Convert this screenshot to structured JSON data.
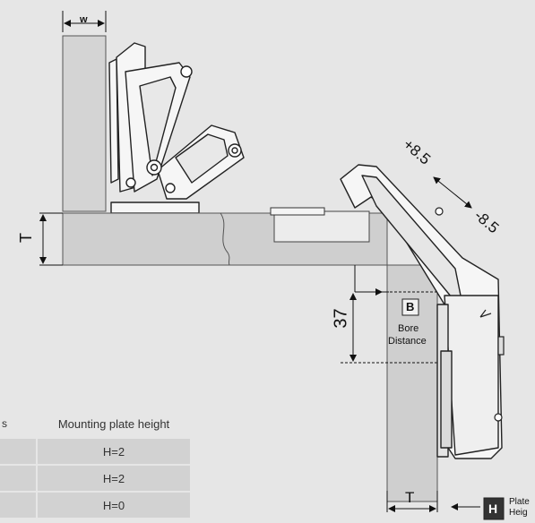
{
  "labels": {
    "w": "w",
    "t_left": "T",
    "t_bottom": "T",
    "plus": "+8.5",
    "minus": "-8.5",
    "dim37": "37",
    "b_box": "B",
    "bore1": "Bore",
    "bore2": "Distance",
    "h_box": "H",
    "plate1": "Plate",
    "plate2": "Heig"
  },
  "table": {
    "header_left": "s",
    "header": "Mounting plate height",
    "rows": [
      "H=2",
      "H=2",
      "H=0"
    ]
  }
}
